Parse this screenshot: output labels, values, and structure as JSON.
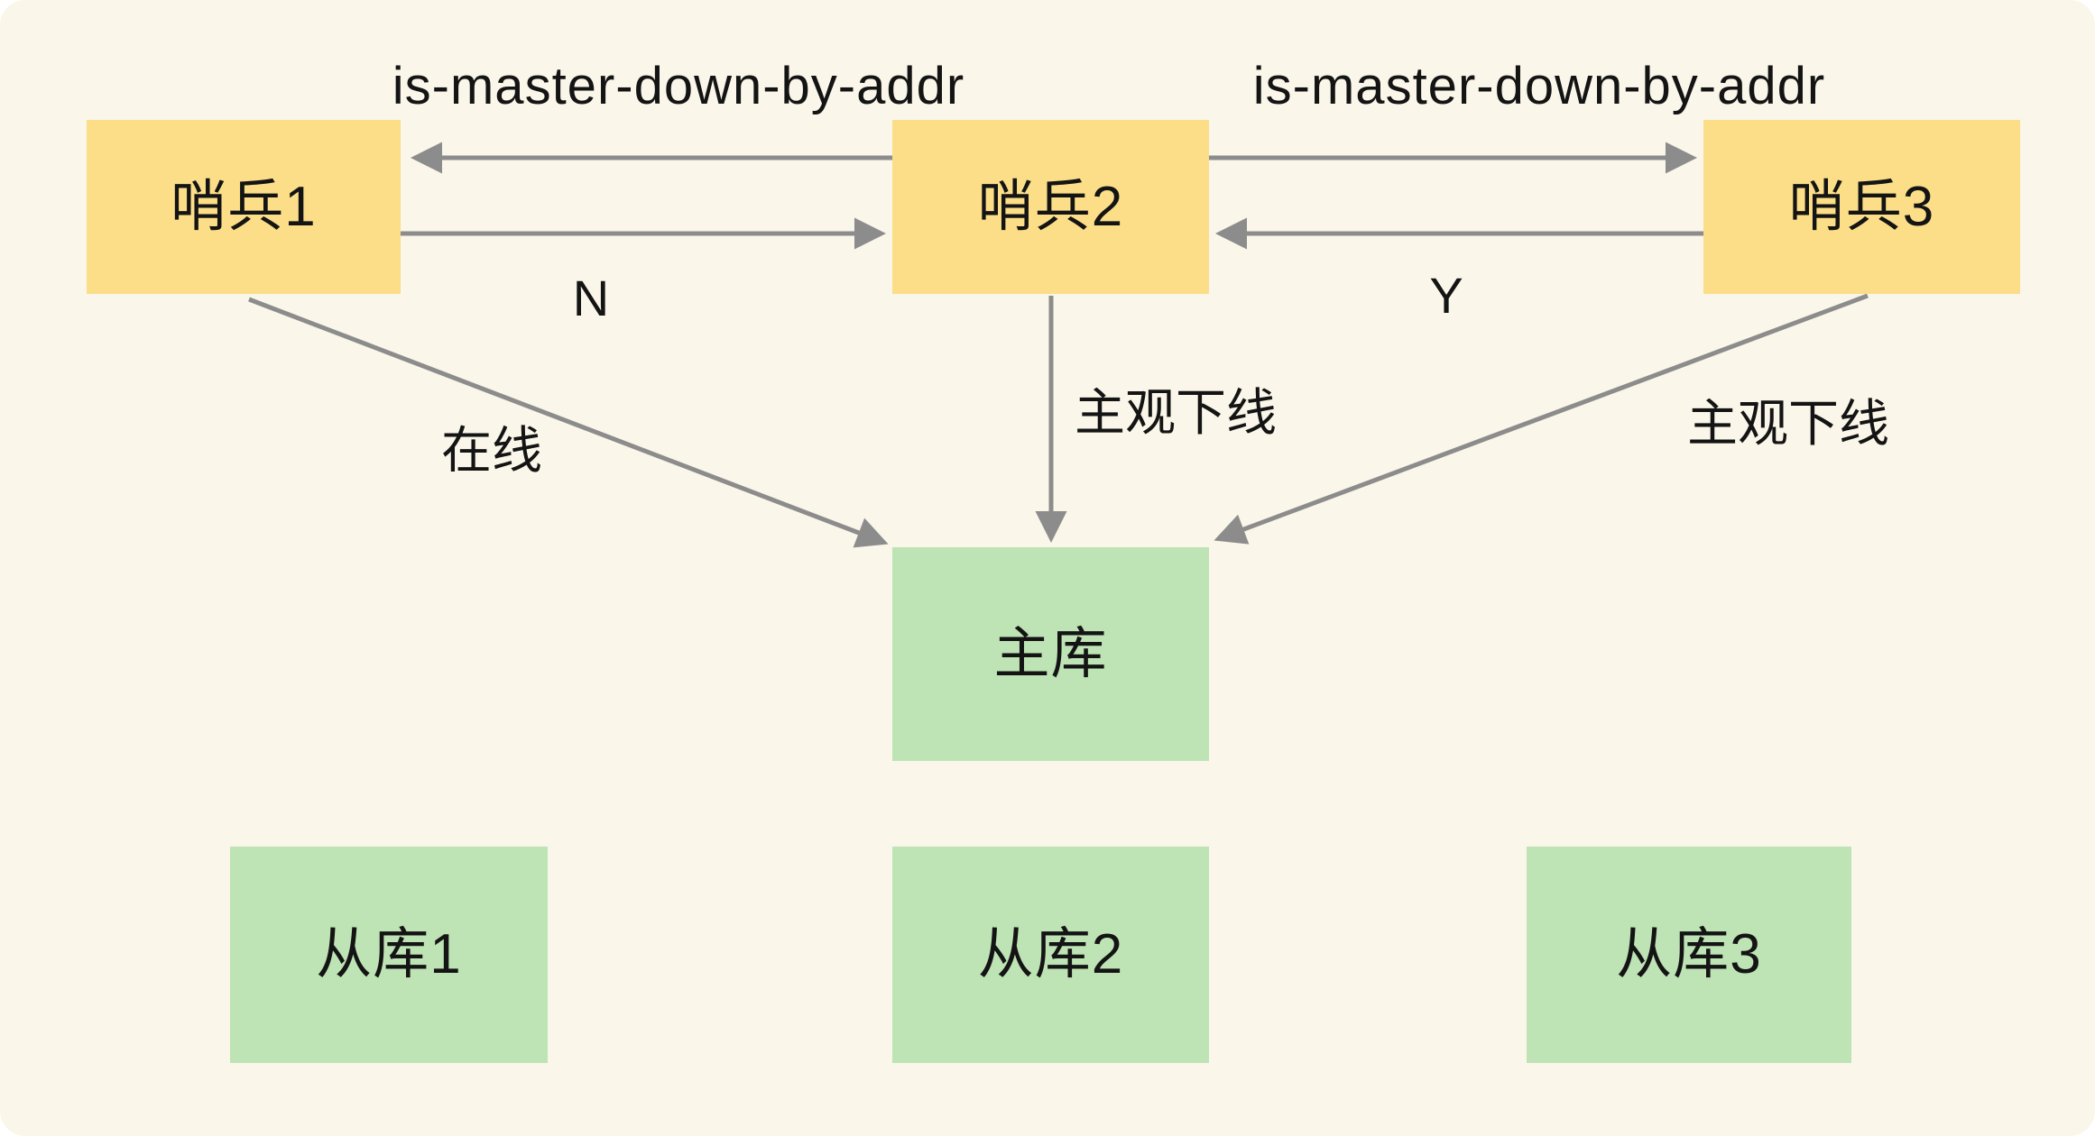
{
  "diagram": {
    "title_hint": "Redis sentinel subjective-down voting diagram",
    "colors": {
      "background": "#FAF6E9",
      "sentinel_fill": "#FBDE87",
      "database_fill": "#BEE3B5",
      "arrow": "#8C8C8C",
      "text": "#141414"
    },
    "nodes": {
      "sentinel1": {
        "label": "哨兵1"
      },
      "sentinel2": {
        "label": "哨兵2"
      },
      "sentinel3": {
        "label": "哨兵3"
      },
      "master": {
        "label": "主库"
      },
      "slave1": {
        "label": "从库1"
      },
      "slave2": {
        "label": "从库2"
      },
      "slave3": {
        "label": "从库3"
      }
    },
    "edge_labels": {
      "ask_left": "is-master-down-by-addr",
      "ask_right": "is-master-down-by-addr",
      "reply_no": "N",
      "reply_yes": "Y",
      "online": "在线",
      "sdown_mid": "主观下线",
      "sdown_right": "主观下线"
    }
  }
}
